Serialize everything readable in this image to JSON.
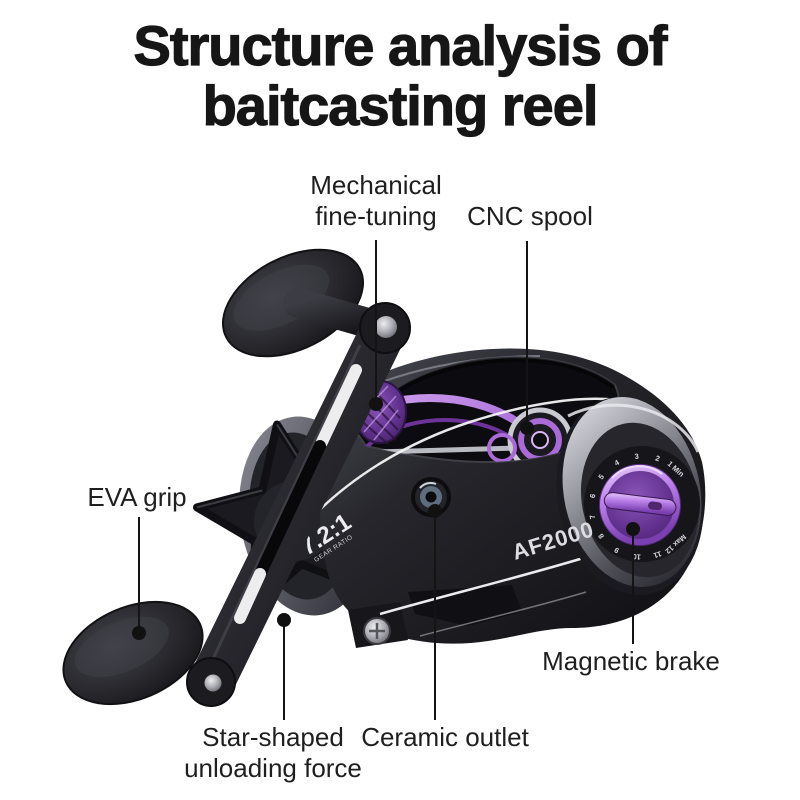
{
  "title": {
    "line1": "Structure analysis of",
    "line2": "baitcasting reel"
  },
  "callouts": {
    "mechanical_fine_tuning": {
      "line1": "Mechanical",
      "line2": "fine-tuning"
    },
    "cnc_spool": {
      "label": "CNC spool"
    },
    "eva_grip": {
      "label": "EVA grip"
    },
    "magnetic_brake": {
      "label": "Magnetic brake"
    },
    "star_drag": {
      "line1": "Star-shaped",
      "line2": "unloading force"
    },
    "ceramic_outlet": {
      "label": "Ceramic outlet"
    }
  },
  "reel": {
    "model": "AF2000",
    "gear_ratio": "7.2:1",
    "gear_ratio_caption": "GEAR RATIO",
    "brake_dial_marks": [
      "1 Min",
      "2",
      "3",
      "4",
      "5",
      "6",
      "7",
      "8",
      "9",
      "10",
      "11",
      "Max 12"
    ]
  },
  "colors": {
    "background": "#ffffff",
    "text": "#1e1e1e",
    "accent_purple": "#9b5fd0",
    "reel_black": "#17171b",
    "plate_gray": "#9a9aa3",
    "callout_line": "#141414"
  }
}
